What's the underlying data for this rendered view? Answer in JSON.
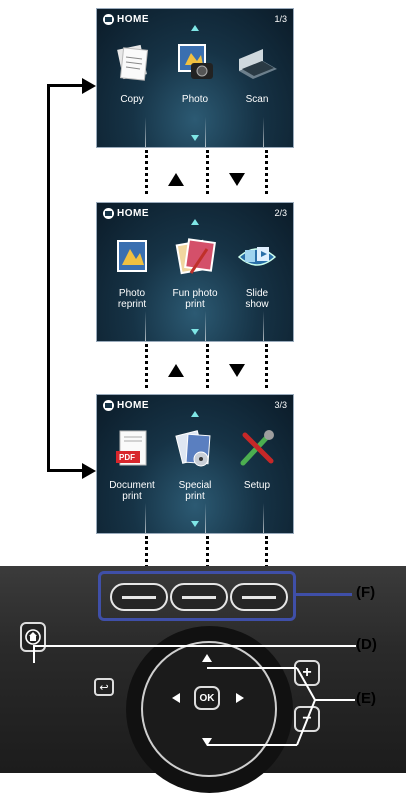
{
  "screens": [
    {
      "header": "HOME",
      "page": "1/3",
      "items": [
        {
          "label_line1": "Copy",
          "label_line2": "",
          "icon": "copy-icon"
        },
        {
          "label_line1": "Photo",
          "label_line2": "",
          "icon": "photo-icon"
        },
        {
          "label_line1": "Scan",
          "label_line2": "",
          "icon": "scan-icon"
        }
      ]
    },
    {
      "header": "HOME",
      "page": "2/3",
      "items": [
        {
          "label_line1": "Photo",
          "label_line2": "reprint",
          "icon": "photo-reprint-icon"
        },
        {
          "label_line1": "Fun photo",
          "label_line2": "print",
          "icon": "fun-photo-print-icon"
        },
        {
          "label_line1": "Slide",
          "label_line2": "show",
          "icon": "slide-show-icon"
        }
      ]
    },
    {
      "header": "HOME",
      "page": "3/3",
      "items": [
        {
          "label_line1": "Document",
          "label_line2": "print",
          "icon": "document-print-icon"
        },
        {
          "label_line1": "Special",
          "label_line2": "print",
          "icon": "special-print-icon"
        },
        {
          "label_line1": "Setup",
          "label_line2": "",
          "icon": "setup-icon"
        }
      ]
    }
  ],
  "panel": {
    "ok_label": "OK",
    "plus_label": "+",
    "minus_label": "−",
    "back_label": "↩"
  },
  "callouts": {
    "f": "(F)",
    "d": "(D)",
    "e": "(E)"
  },
  "colors": {
    "screen_bg": "#163346",
    "scroll_arrow": "#7fe6e6",
    "callout_line": "#3f4fa8",
    "panel_bg": "#2a2a2a"
  }
}
